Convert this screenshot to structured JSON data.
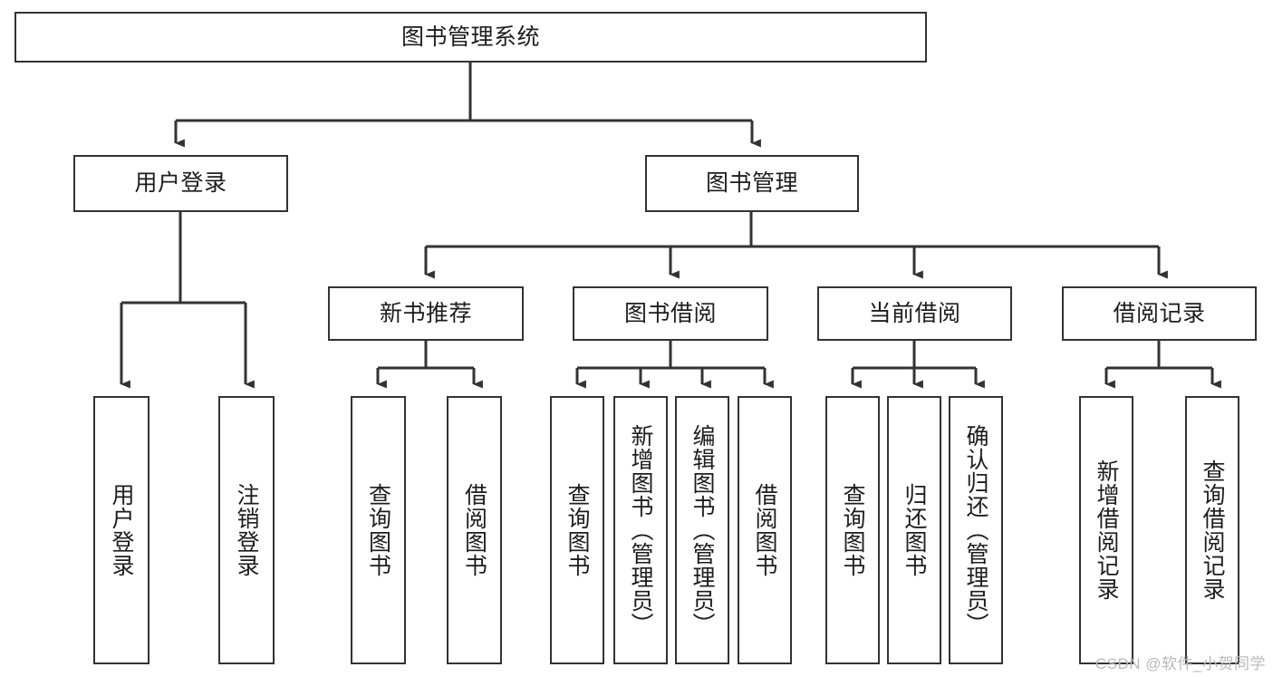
{
  "diagram": {
    "title": "图书管理系统",
    "type": "tree",
    "stroke_color": "#333333",
    "fill_color": "#ffffff",
    "text_color": "#1d1d1d",
    "root": {
      "id": "root",
      "label": "图书管理系统"
    },
    "level2": [
      {
        "id": "user-login",
        "label": "用户登录"
      },
      {
        "id": "book-manage",
        "label": "图书管理"
      }
    ],
    "level3": [
      {
        "id": "new-book-rec",
        "label": "新书推荐"
      },
      {
        "id": "book-borrow",
        "label": "图书借阅"
      },
      {
        "id": "current-borrow",
        "label": "当前借阅"
      },
      {
        "id": "borrow-record",
        "label": "借阅记录"
      }
    ],
    "leaves": {
      "user_login": [
        {
          "id": "leaf-user-login",
          "label": "用户登录"
        },
        {
          "id": "leaf-user-logout",
          "label": "注销登录"
        }
      ],
      "new_book_rec": [
        {
          "id": "leaf-query-book-1",
          "label": "查询图书"
        },
        {
          "id": "leaf-borrow-book-1",
          "label": "借阅图书"
        }
      ],
      "book_borrow": [
        {
          "id": "leaf-query-book-2",
          "label": "查询图书"
        },
        {
          "id": "leaf-add-book",
          "label": "新增图书（管理员）"
        },
        {
          "id": "leaf-edit-book",
          "label": "编辑图书（管理员）"
        },
        {
          "id": "leaf-borrow-book-2",
          "label": "借阅图书"
        }
      ],
      "current_borrow": [
        {
          "id": "leaf-query-book-3",
          "label": "查询图书"
        },
        {
          "id": "leaf-return-book",
          "label": "归还图书"
        },
        {
          "id": "leaf-confirm-return",
          "label": "确认归还（管理员）"
        }
      ],
      "borrow_record": [
        {
          "id": "leaf-add-record",
          "label": "新增借阅记录"
        },
        {
          "id": "leaf-query-record",
          "label": "查询借阅记录"
        }
      ]
    }
  },
  "watermark": {
    "text": "CSDN @软件_小贺同学"
  }
}
